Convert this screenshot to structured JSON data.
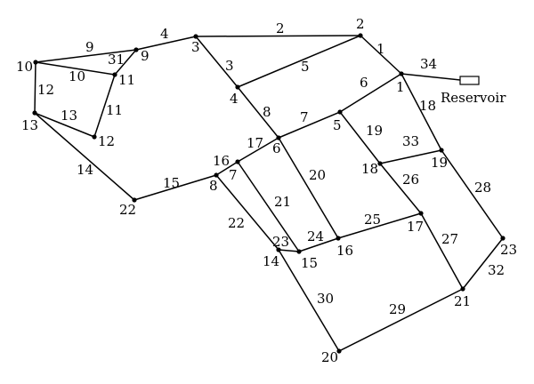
{
  "diagram": {
    "reservoir_label": "Reservoir",
    "nodes": [
      {
        "id": "10",
        "label": "10"
      },
      {
        "id": "9",
        "label": "9"
      },
      {
        "id": "3",
        "label": "3"
      },
      {
        "id": "2",
        "label": "2"
      },
      {
        "id": "1",
        "label": "1"
      },
      {
        "id": "11",
        "label": "11"
      },
      {
        "id": "13",
        "label": "13"
      },
      {
        "id": "12",
        "label": "12"
      },
      {
        "id": "4",
        "label": "4"
      },
      {
        "id": "5",
        "label": "5"
      },
      {
        "id": "6",
        "label": "6"
      },
      {
        "id": "7",
        "label": "7"
      },
      {
        "id": "8",
        "label": "8"
      },
      {
        "id": "22",
        "label": "22"
      },
      {
        "id": "18",
        "label": "18"
      },
      {
        "id": "19",
        "label": "19"
      },
      {
        "id": "17",
        "label": "17"
      },
      {
        "id": "16",
        "label": "16"
      },
      {
        "id": "15",
        "label": "15"
      },
      {
        "id": "14",
        "label": "14"
      },
      {
        "id": "23",
        "label": "23"
      },
      {
        "id": "21",
        "label": "21"
      },
      {
        "id": "20",
        "label": "20"
      }
    ],
    "pipes": [
      {
        "id": "1",
        "label": "1",
        "from": "2",
        "to": "1"
      },
      {
        "id": "2",
        "label": "2",
        "from": "3",
        "to": "2"
      },
      {
        "id": "3",
        "label": "3",
        "from": "3",
        "to": "4"
      },
      {
        "id": "4",
        "label": "4",
        "from": "9",
        "to": "3"
      },
      {
        "id": "5",
        "label": "5",
        "from": "4",
        "to": "2"
      },
      {
        "id": "6",
        "label": "6",
        "from": "5",
        "to": "1"
      },
      {
        "id": "7",
        "label": "7",
        "from": "6",
        "to": "5"
      },
      {
        "id": "8",
        "label": "8",
        "from": "4",
        "to": "6"
      },
      {
        "id": "9",
        "label": "9",
        "from": "10",
        "to": "9"
      },
      {
        "id": "10",
        "label": "10",
        "from": "10",
        "to": "11"
      },
      {
        "id": "11",
        "label": "11",
        "from": "11",
        "to": "12"
      },
      {
        "id": "12",
        "label": "12",
        "from": "10",
        "to": "13"
      },
      {
        "id": "13",
        "label": "13",
        "from": "13",
        "to": "12"
      },
      {
        "id": "14",
        "label": "14",
        "from": "13",
        "to": "22"
      },
      {
        "id": "15",
        "label": "15",
        "from": "22",
        "to": "8"
      },
      {
        "id": "16",
        "label": "16",
        "from": "8",
        "to": "7"
      },
      {
        "id": "17",
        "label": "17",
        "from": "7",
        "to": "6"
      },
      {
        "id": "18",
        "label": "18",
        "from": "1",
        "to": "19"
      },
      {
        "id": "19",
        "label": "19",
        "from": "5",
        "to": "18"
      },
      {
        "id": "20",
        "label": "20",
        "from": "6",
        "to": "16"
      },
      {
        "id": "21",
        "label": "21",
        "from": "7",
        "to": "15"
      },
      {
        "id": "22",
        "label": "22",
        "from": "8",
        "to": "14"
      },
      {
        "id": "23",
        "label": "23",
        "from": "14",
        "to": "15"
      },
      {
        "id": "24",
        "label": "24",
        "from": "15",
        "to": "16"
      },
      {
        "id": "25",
        "label": "25",
        "from": "16",
        "to": "17"
      },
      {
        "id": "26",
        "label": "26",
        "from": "18",
        "to": "17"
      },
      {
        "id": "27",
        "label": "27",
        "from": "17",
        "to": "21"
      },
      {
        "id": "28",
        "label": "28",
        "from": "19",
        "to": "23"
      },
      {
        "id": "29",
        "label": "29",
        "from": "20",
        "to": "21"
      },
      {
        "id": "30",
        "label": "30",
        "from": "14",
        "to": "20"
      },
      {
        "id": "31",
        "label": "31",
        "from": "9",
        "to": "11"
      },
      {
        "id": "32",
        "label": "32",
        "from": "21",
        "to": "23"
      },
      {
        "id": "33",
        "label": "33",
        "from": "18",
        "to": "19"
      },
      {
        "id": "34",
        "label": "34",
        "from": "1",
        "to": "Reservoir"
      }
    ]
  }
}
